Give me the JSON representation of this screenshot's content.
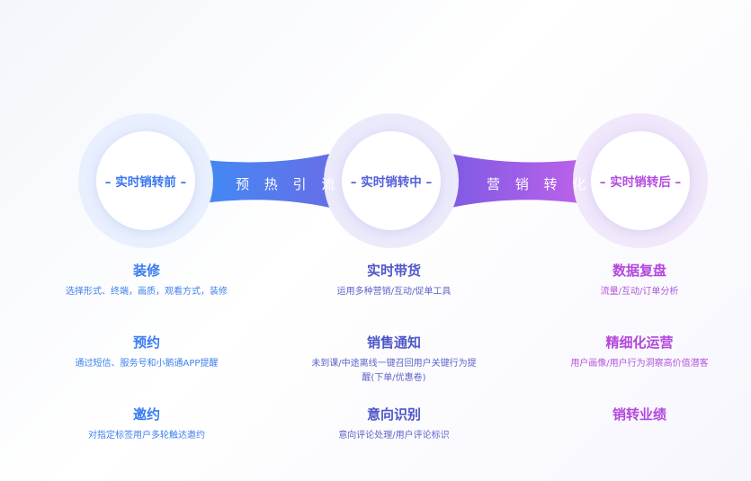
{
  "stages": [
    {
      "label": "– 实时销转前 –"
    },
    {
      "label": "– 实时销转中 –"
    },
    {
      "label": "– 实时销转后 –"
    }
  ],
  "connectors": [
    {
      "label": "预 热 引 流"
    },
    {
      "label": "营 销 转 化"
    }
  ],
  "columns": [
    {
      "items": [
        {
          "title": "装修",
          "desc": "选择形式、终端，画质，观看方式，装修"
        },
        {
          "title": "预约",
          "desc": "通过短信、服务号和小鹅通APP提醒"
        },
        {
          "title": "邀约",
          "desc": "对指定标签用户多轮触达邀约"
        }
      ]
    },
    {
      "items": [
        {
          "title": "实时带货",
          "desc": "运用多种营销/互动/促单工具"
        },
        {
          "title": "销售通知",
          "desc": "未到课/中途离线一键召回用户关键行为提醒(下单/优惠卷)"
        },
        {
          "title": "意向识别",
          "desc": "意向评论处理/用户评论标识"
        }
      ]
    },
    {
      "items": [
        {
          "title": "数据复盘",
          "desc": "流量/互动/订单分析"
        },
        {
          "title": "精细化运营",
          "desc": "用户画像/用户行为洞察高价值潜客"
        },
        {
          "title": "销转业绩",
          "desc": ""
        }
      ]
    }
  ],
  "colors": {
    "blue": "#3a7cf0",
    "indigo": "#4e56c9",
    "purple": "#b248dc"
  }
}
